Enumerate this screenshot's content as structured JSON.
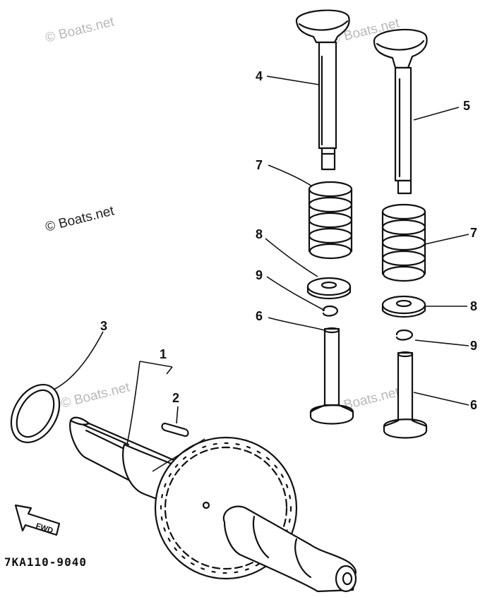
{
  "diagram": {
    "part_code": "7KA110-9040",
    "direction_label": "FWD",
    "watermarks": [
      "© Boats.net",
      "© Boats.net",
      "© Boats.net",
      "© Boats.net",
      "© Boats.net"
    ],
    "callouts": [
      "4",
      "5",
      "7",
      "8",
      "9",
      "6",
      "3",
      "1",
      "2",
      "7",
      "8",
      "9",
      "6"
    ]
  }
}
